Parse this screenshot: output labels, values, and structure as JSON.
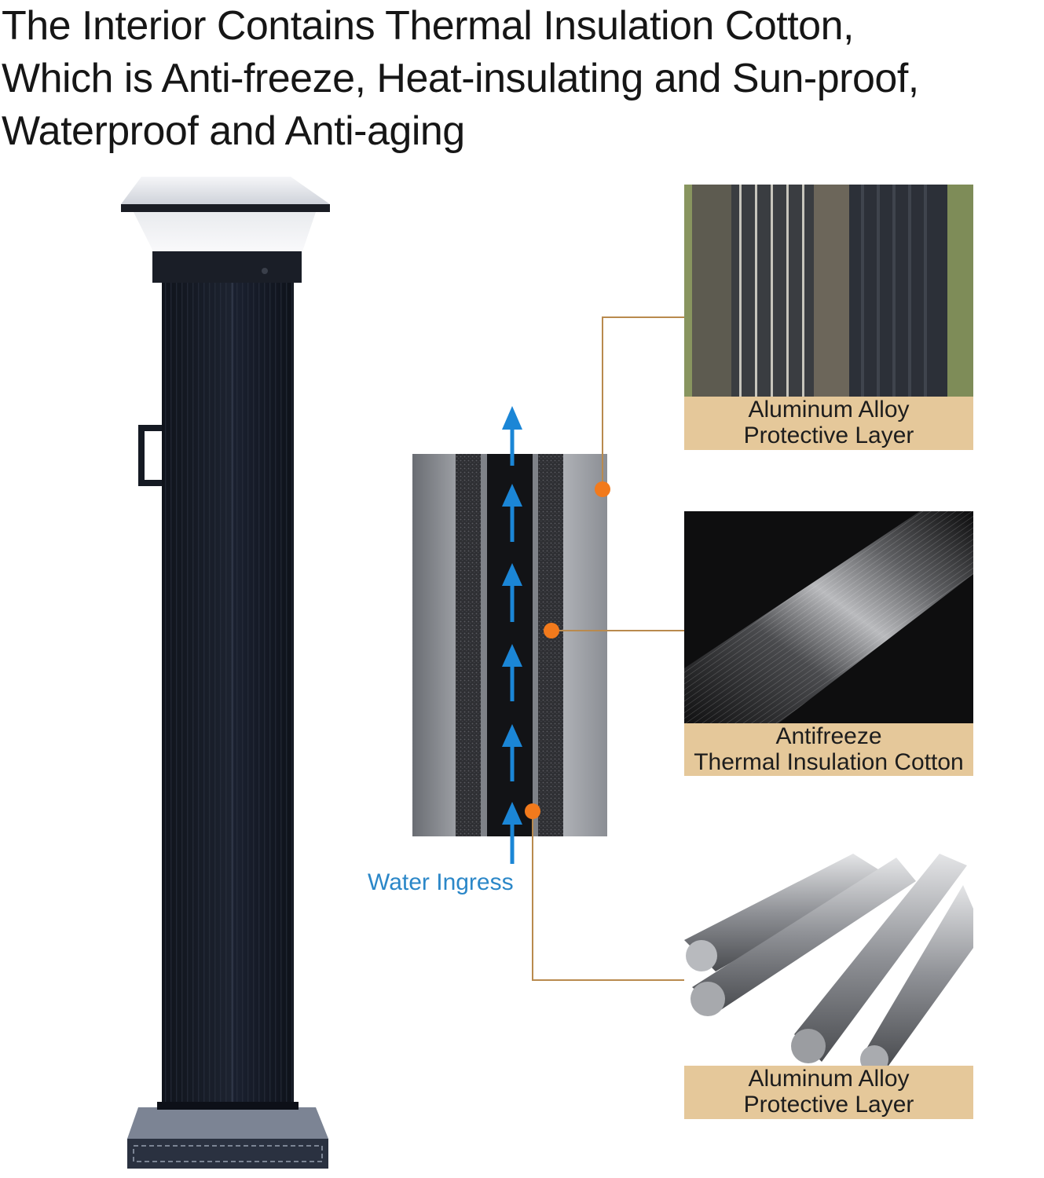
{
  "headline": "The Interior Contains Thermal Insulation Cotton,\nWhich is Anti-freeze, Heat-insulating and Sun-proof,\nWaterproof and Anti-aging",
  "callouts": [
    {
      "caption_line1": "Aluminum Alloy",
      "caption_line2": "Protective Layer"
    },
    {
      "caption_line1": "Antifreeze",
      "caption_line2": "Thermal Insulation Cotton"
    },
    {
      "caption_line1": "Aluminum Alloy",
      "caption_line2": "Protective Layer"
    }
  ],
  "diagram": {
    "water_label": "Water Ingress"
  },
  "colors": {
    "caption_bg": "#e5c89a",
    "leader_line": "#b98a4e",
    "marker_dot": "#f27a1c",
    "water_arrow": "#1b86d6",
    "post_body": "#161b26"
  }
}
